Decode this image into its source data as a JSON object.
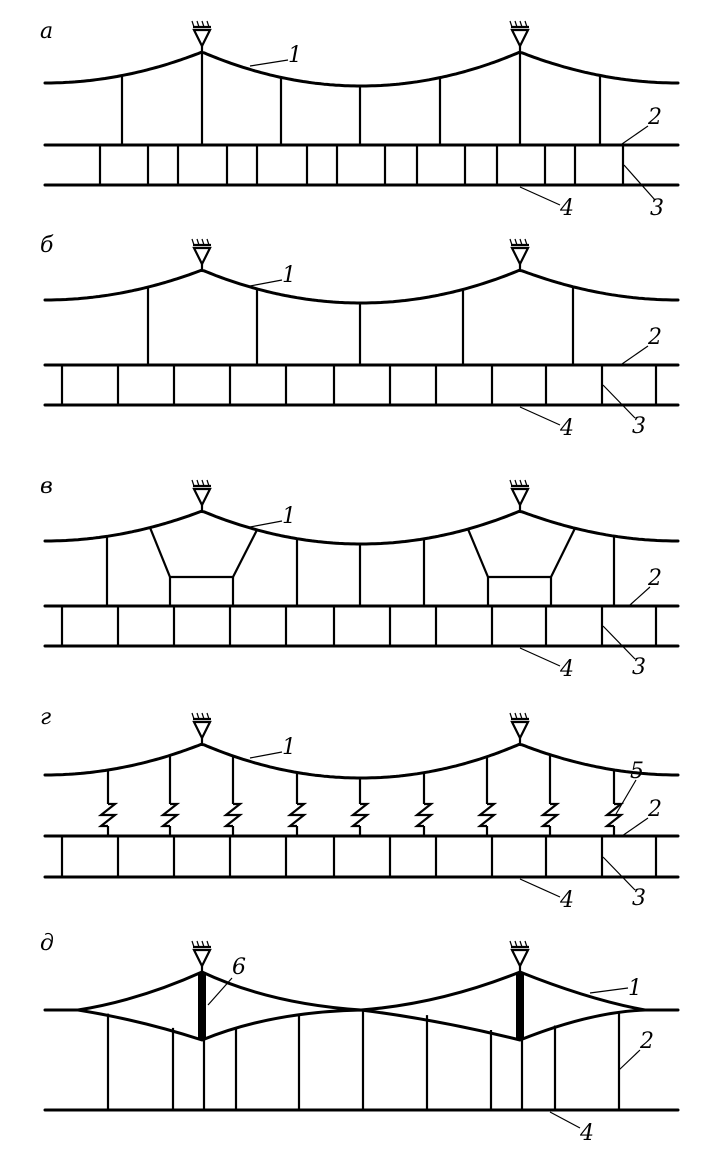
{
  "panels": [
    {
      "letter": "а",
      "callouts": [
        "1",
        "2",
        "3",
        "4"
      ]
    },
    {
      "letter": "б",
      "callouts": [
        "1",
        "2",
        "3",
        "4"
      ]
    },
    {
      "letter": "в",
      "callouts": [
        "1",
        "2",
        "3",
        "4"
      ]
    },
    {
      "letter": "г",
      "callouts": [
        "1",
        "5",
        "2",
        "3",
        "4"
      ]
    },
    {
      "letter": "д",
      "callouts": [
        "6",
        "1",
        "2",
        "4"
      ]
    }
  ],
  "colors": {
    "ink": "#000000",
    "background": "#ffffff"
  }
}
